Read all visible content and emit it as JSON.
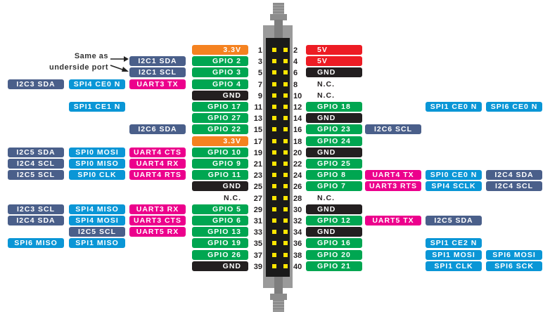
{
  "note": {
    "line1": "Same as",
    "line2": "underside port"
  },
  "colors": {
    "power33": "#f58220",
    "power5": "#ed1c24",
    "gpio": "#00a651",
    "gnd": "#231f20",
    "i2c": "#4a5f8a",
    "spi": "#0a96d6",
    "uart": "#ec008c",
    "pin": "#ffe600"
  },
  "rows": [
    {
      "left": {
        "pin": "1",
        "label": "3.3V",
        "type": "power33",
        "alt": [
          null,
          null,
          null
        ]
      },
      "right": {
        "pin": "2",
        "label": "5V",
        "type": "power5",
        "alt": [
          null,
          null,
          null
        ]
      }
    },
    {
      "left": {
        "pin": "3",
        "label": "GPIO 2",
        "type": "gpio",
        "alt": [
          null,
          null,
          "I2C1  SDA"
        ]
      },
      "right": {
        "pin": "4",
        "label": "5V",
        "type": "power5",
        "alt": [
          null,
          null,
          null
        ]
      }
    },
    {
      "left": {
        "pin": "5",
        "label": "GPIO 3",
        "type": "gpio",
        "alt": [
          null,
          null,
          "I2C1  SCL"
        ]
      },
      "right": {
        "pin": "6",
        "label": "GND",
        "type": "gnd",
        "alt": [
          null,
          null,
          null
        ]
      }
    },
    {
      "left": {
        "pin": "7",
        "label": "GPIO 4",
        "type": "gpio",
        "alt": [
          "I2C3 SDA",
          "SPI4 CE0 N",
          "UART3 TX"
        ]
      },
      "right": {
        "pin": "8",
        "label": "N.C.",
        "type": "nc",
        "alt": [
          null,
          null,
          null
        ]
      }
    },
    {
      "left": {
        "pin": "9",
        "label": "GND",
        "type": "gnd",
        "alt": [
          null,
          null,
          null
        ]
      },
      "right": {
        "pin": "10",
        "label": "N.C.",
        "type": "nc",
        "alt": [
          null,
          null,
          null
        ]
      }
    },
    {
      "left": {
        "pin": "11",
        "label": "GPIO 17",
        "type": "gpio",
        "alt": [
          null,
          "SPI1 CE1 N",
          null
        ]
      },
      "right": {
        "pin": "12",
        "label": "GPIO 18",
        "type": "gpio",
        "alt": [
          null,
          "SPI1 CE0 N",
          "SPI6 CE0 N"
        ]
      }
    },
    {
      "left": {
        "pin": "13",
        "label": "GPIO 27",
        "type": "gpio",
        "alt": [
          null,
          null,
          null
        ]
      },
      "right": {
        "pin": "14",
        "label": "GND",
        "type": "gnd",
        "alt": [
          null,
          null,
          null
        ]
      }
    },
    {
      "left": {
        "pin": "15",
        "label": "GPIO 22",
        "type": "gpio",
        "alt": [
          null,
          null,
          "I2C6 SDA"
        ]
      },
      "right": {
        "pin": "16",
        "label": "GPIO 23",
        "type": "gpio",
        "alt": [
          "I2C6 SCL",
          null,
          null
        ]
      }
    },
    {
      "left": {
        "pin": "17",
        "label": "3.3V",
        "type": "power33",
        "alt": [
          null,
          null,
          null
        ]
      },
      "right": {
        "pin": "18",
        "label": "GPIO 24",
        "type": "gpio",
        "alt": [
          null,
          null,
          null
        ]
      }
    },
    {
      "left": {
        "pin": "19",
        "label": "GPIO 10",
        "type": "gpio",
        "alt": [
          "I2C5 SDA",
          "SPI0 MOSI",
          "UART4 CTS"
        ]
      },
      "right": {
        "pin": "20",
        "label": "GND",
        "type": "gnd",
        "alt": [
          null,
          null,
          null
        ]
      }
    },
    {
      "left": {
        "pin": "21",
        "label": "GPIO 9",
        "type": "gpio",
        "alt": [
          "I2C4 SCL",
          "SPI0 MISO",
          "UART4 RX"
        ]
      },
      "right": {
        "pin": "22",
        "label": "GPIO 25",
        "type": "gpio",
        "alt": [
          null,
          null,
          null
        ]
      }
    },
    {
      "left": {
        "pin": "23",
        "label": "GPIO 11",
        "type": "gpio",
        "alt": [
          "I2C5 SCL",
          "SPI0 CLK",
          "UART4 RTS"
        ]
      },
      "right": {
        "pin": "24",
        "label": "GPIO 8",
        "type": "gpio",
        "alt": [
          "UART4 TX",
          "SPI0 CE0 N",
          "I2C4 SDA"
        ]
      }
    },
    {
      "left": {
        "pin": "25",
        "label": "GND",
        "type": "gnd",
        "alt": [
          null,
          null,
          null
        ]
      },
      "right": {
        "pin": "26",
        "label": "GPIO 7",
        "type": "gpio",
        "alt": [
          "UART3 RTS",
          "SPI4 SCLK",
          "I2C4 SCL"
        ]
      }
    },
    {
      "left": {
        "pin": "27",
        "label": "N.C.",
        "type": "nc",
        "alt": [
          null,
          null,
          null
        ]
      },
      "right": {
        "pin": "28",
        "label": "N.C.",
        "type": "nc",
        "alt": [
          null,
          null,
          null
        ]
      }
    },
    {
      "left": {
        "pin": "29",
        "label": "GPIO 5",
        "type": "gpio",
        "alt": [
          "I2C3 SCL",
          "SPI4 MISO",
          "UART3 RX"
        ]
      },
      "right": {
        "pin": "30",
        "label": "GND",
        "type": "gnd",
        "alt": [
          null,
          null,
          null
        ]
      }
    },
    {
      "left": {
        "pin": "31",
        "label": "GPIO 6",
        "type": "gpio",
        "alt": [
          "I2C4 SDA",
          "SPI4 MOSI",
          "UART3 CTS"
        ]
      },
      "right": {
        "pin": "32",
        "label": "GPIO 12",
        "type": "gpio",
        "alt": [
          "UART5 TX",
          "I2C5 SDA",
          null
        ]
      }
    },
    {
      "left": {
        "pin": "33",
        "label": "GPIO 13",
        "type": "gpio",
        "alt": [
          null,
          "I2C5 SCL",
          "UART5 RX"
        ]
      },
      "right": {
        "pin": "34",
        "label": "GND",
        "type": "gnd",
        "alt": [
          null,
          null,
          null
        ]
      }
    },
    {
      "left": {
        "pin": "35",
        "label": "GPIO 19",
        "type": "gpio",
        "alt": [
          "SPI6 MISO",
          "SPI1  MISO",
          null
        ]
      },
      "right": {
        "pin": "36",
        "label": "GPIO 16",
        "type": "gpio",
        "alt": [
          null,
          "SPI1 CE2 N",
          null
        ]
      }
    },
    {
      "left": {
        "pin": "37",
        "label": "GPIO 26",
        "type": "gpio",
        "alt": [
          null,
          null,
          null
        ]
      },
      "right": {
        "pin": "38",
        "label": "GPIO 20",
        "type": "gpio",
        "alt": [
          null,
          "SPI1 MOSI",
          "SPI6 MOSI"
        ]
      }
    },
    {
      "left": {
        "pin": "39",
        "label": "GND",
        "type": "gnd",
        "alt": [
          null,
          null,
          null
        ]
      },
      "right": {
        "pin": "40",
        "label": "GPIO 21",
        "type": "gpio",
        "alt": [
          null,
          "SPI1 CLK",
          "SPI6 SCK"
        ]
      }
    }
  ]
}
